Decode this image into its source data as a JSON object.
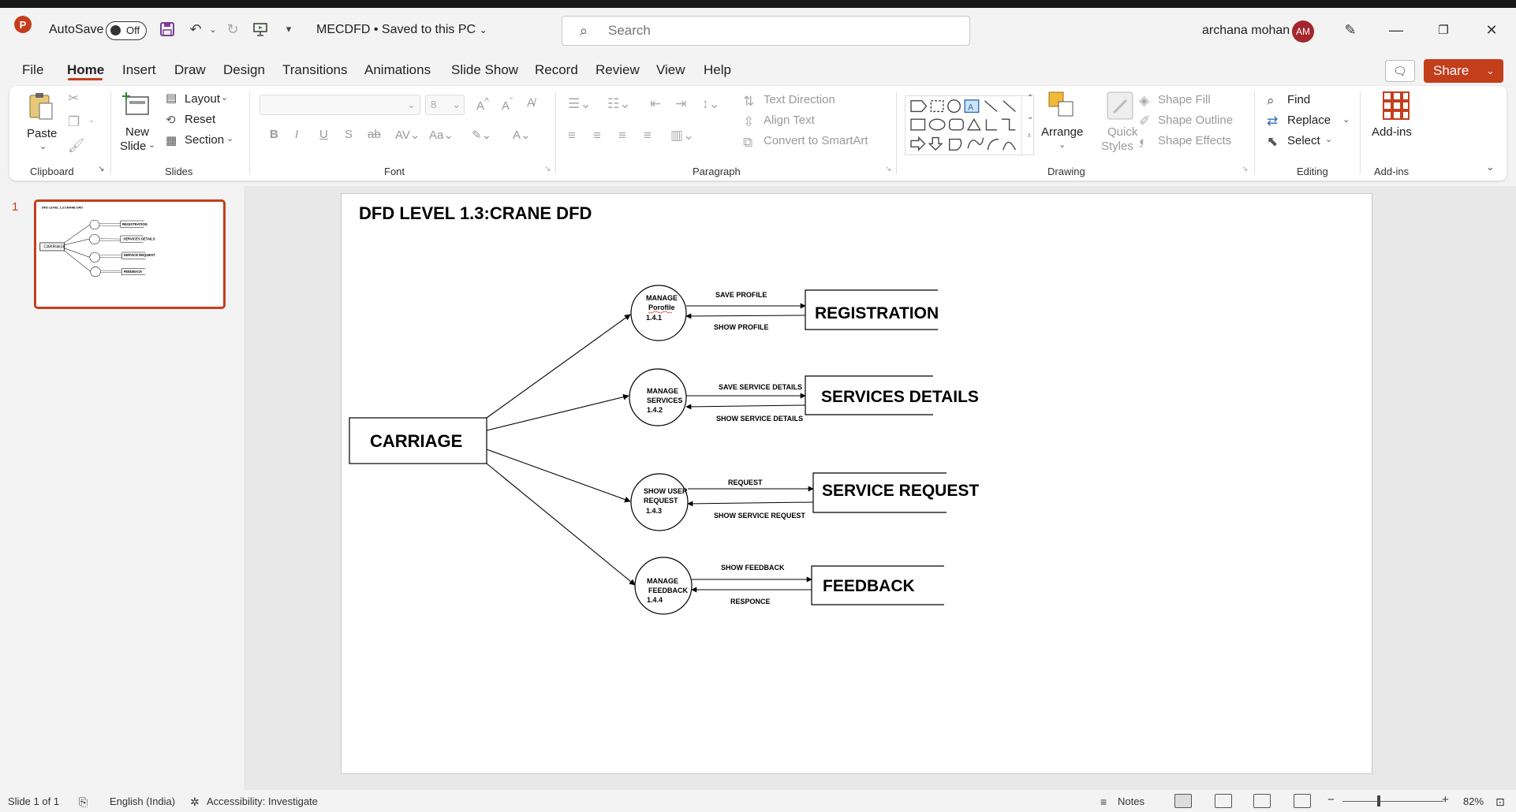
{
  "titlebar": {
    "app_logo": "P",
    "autosave_label": "AutoSave",
    "autosave_state": "Off",
    "file_title": "MECDFD • Saved to this PC",
    "search_placeholder": "Search",
    "user_name": "archana mohan",
    "user_initials": "AM"
  },
  "tabs": [
    "File",
    "Home",
    "Insert",
    "Draw",
    "Design",
    "Transitions",
    "Animations",
    "Slide Show",
    "Record",
    "Review",
    "View",
    "Help"
  ],
  "share_label": "Share",
  "ribbon": {
    "clipboard": {
      "label": "Clipboard",
      "paste": "Paste"
    },
    "slides": {
      "label": "Slides",
      "new_slide_1": "New",
      "new_slide_2": "Slide",
      "layout": "Layout",
      "reset": "Reset",
      "section": "Section"
    },
    "font": {
      "label": "Font",
      "size": "8"
    },
    "paragraph": {
      "label": "Paragraph",
      "text_direction": "Text Direction",
      "align_text": "Align Text",
      "convert_smartart": "Convert to SmartArt"
    },
    "drawing": {
      "label": "Drawing",
      "arrange": "Arrange",
      "quick_styles_1": "Quick",
      "quick_styles_2": "Styles",
      "shape_fill": "Shape Fill",
      "shape_outline": "Shape Outline",
      "shape_effects": "Shape Effects"
    },
    "editing": {
      "label": "Editing",
      "find": "Find",
      "replace": "Replace",
      "select": "Select"
    },
    "addins": {
      "label": "Add-ins",
      "button": "Add-ins"
    }
  },
  "thumbnail": {
    "slide_number": "1"
  },
  "slide": {
    "title": "DFD LEVEL 1.3:CRANE DFD",
    "entity": "CARRIAGE",
    "processes": [
      {
        "line1": "MANAGE",
        "line2": "Porofile",
        "line3": "1.4.1"
      },
      {
        "line1": "MANAGE",
        "line2": "SERVICES",
        "line3": "1.4.2"
      },
      {
        "line1": "SHOW USER",
        "line2": "REQUEST",
        "line3": "1.4.3"
      },
      {
        "line1": "MANAGE",
        "line2": "FEEDBACK",
        "line3": "1.4.4"
      }
    ],
    "stores": [
      "REGISTRATION",
      "SERVICES DETAILS",
      "SERVICE REQUEST",
      "FEEDBACK"
    ],
    "flows": [
      {
        "to_store": "SAVE PROFILE",
        "from_store": "SHOW PROFILE"
      },
      {
        "to_store": "SAVE SERVICE DETAILS",
        "from_store": "SHOW SERVICE DETAILS"
      },
      {
        "to_store": "REQUEST",
        "from_store": "SHOW SERVICE REQUEST"
      },
      {
        "to_store": "SHOW FEEDBACK",
        "from_store": "RESPONCE"
      }
    ]
  },
  "status": {
    "slide_info": "Slide 1 of 1",
    "language": "English (India)",
    "accessibility": "Accessibility: Investigate",
    "notes": "Notes",
    "zoom": "82%"
  }
}
